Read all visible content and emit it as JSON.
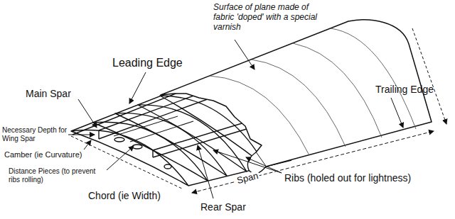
{
  "diagram": {
    "labels": [
      "Surface of plane made of fabric 'doped' with a special varnish",
      "Leading Edge",
      "Main Spar",
      "Trailing Edge",
      "Necessary Depth for Wing Spar",
      "Camber (ie Curvature)",
      "Distance Pieces (to prevent ribs rolling)",
      "Span",
      "Chord (ie Width)",
      "Ribs (holed out for lightness)",
      "Rear Spar"
    ]
  }
}
